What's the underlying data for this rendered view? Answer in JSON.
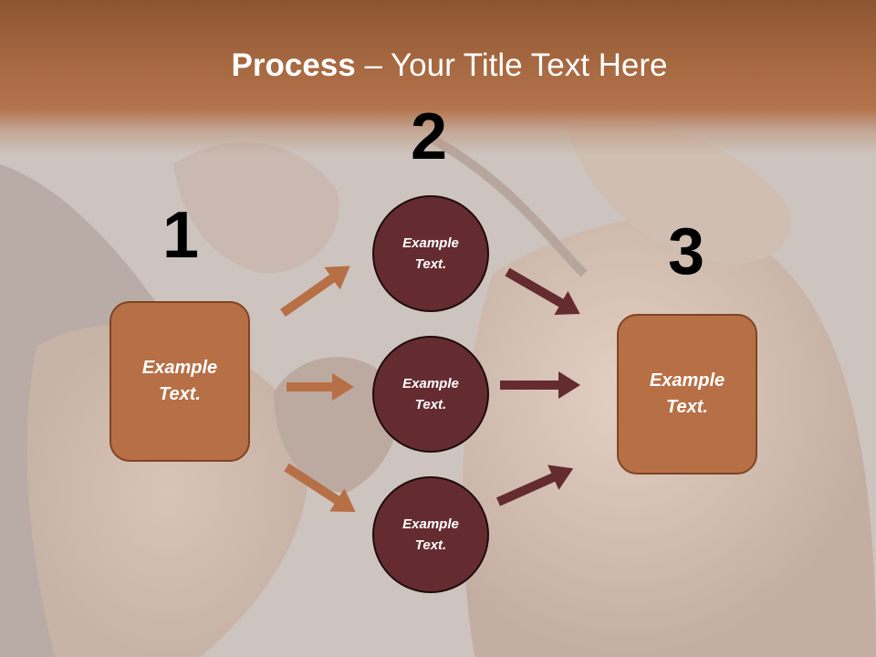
{
  "slide": {
    "title_bold": "Process",
    "title_rest": " – Your Title Text Here",
    "step_numbers": [
      "1",
      "2",
      "3"
    ],
    "left_box": "Example\nText.",
    "right_box": "Example\nText.",
    "circles": [
      "Example\nText.",
      "Example\nText.",
      "Example\nText."
    ]
  },
  "colors": {
    "header": "#a86a42",
    "box_fill": "#b76f45",
    "circle_fill": "#642c30",
    "arrow_left": "#b76f45",
    "arrow_right": "#642c30"
  },
  "icons": [
    "arrow-icon"
  ]
}
